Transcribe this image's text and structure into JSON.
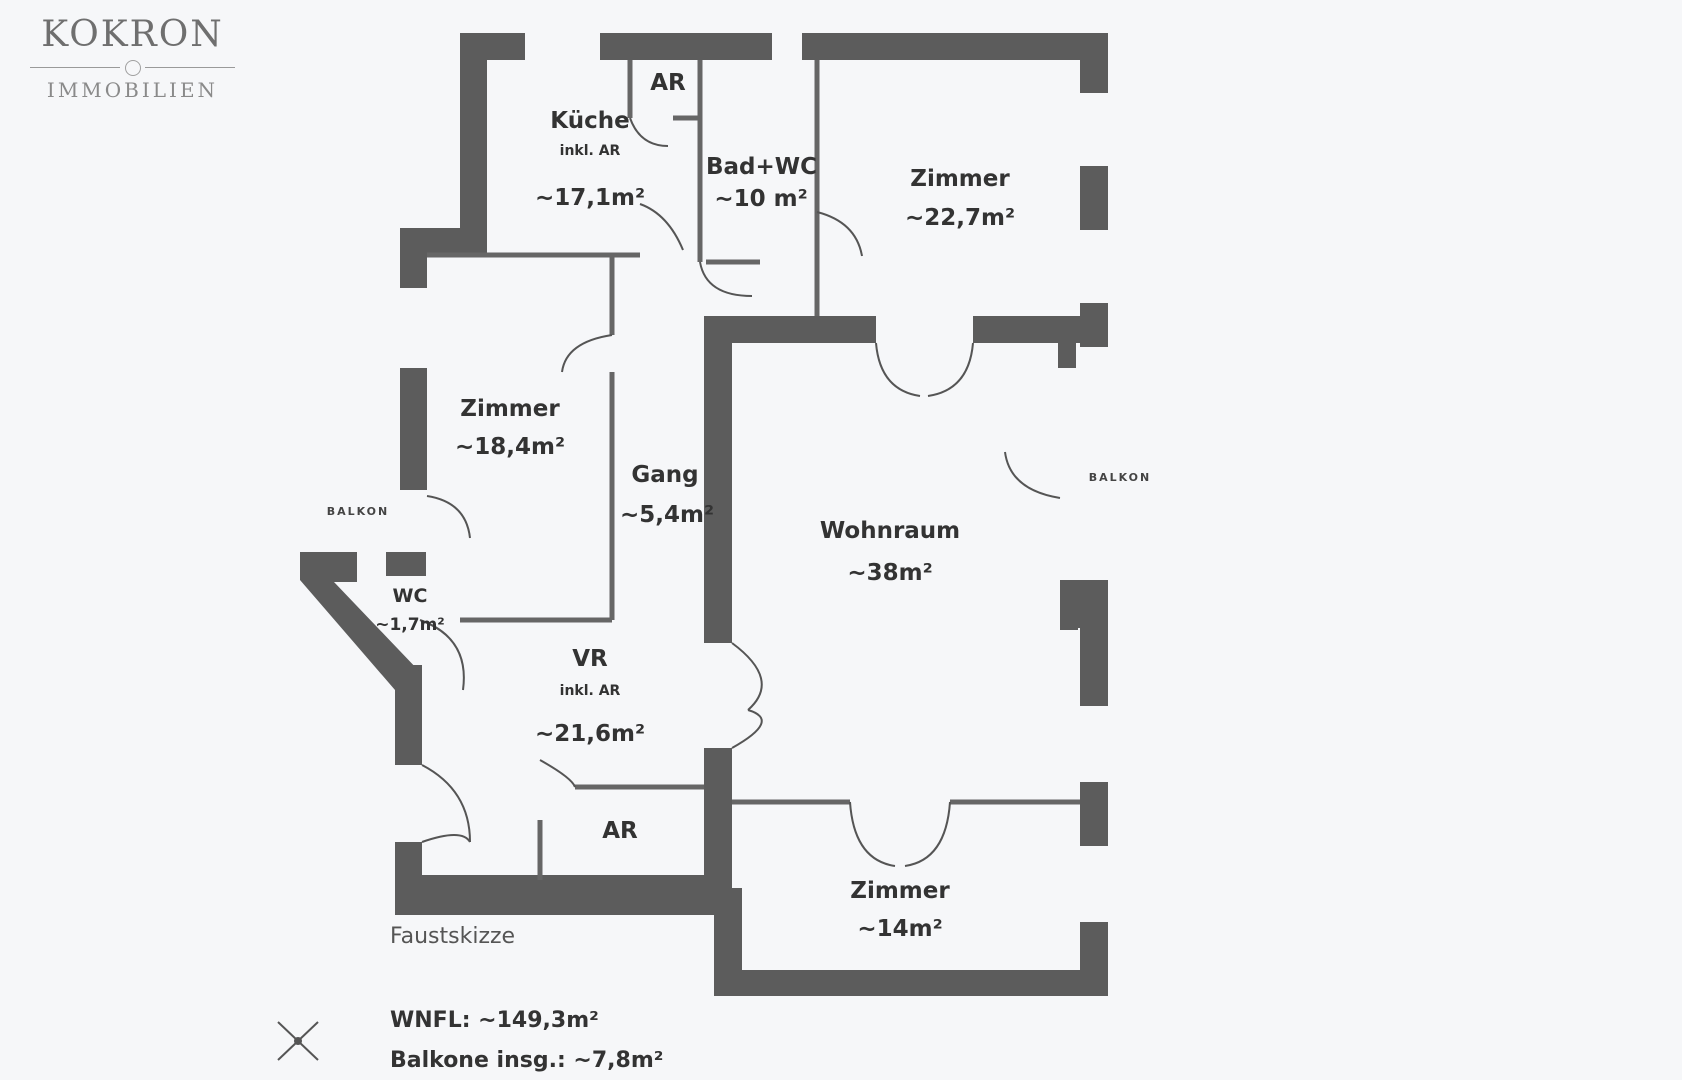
{
  "logo": {
    "name": "KOKRON",
    "tagline": "IMMOBILIEN"
  },
  "rooms": {
    "kueche": {
      "name": "Küche",
      "note": "inkl. AR",
      "area": "~17,1m²"
    },
    "ar_top": {
      "name": "AR"
    },
    "bad": {
      "name": "Bad+WC",
      "area": "~10 m²"
    },
    "zimmer_ne": {
      "name": "Zimmer",
      "area": "~22,7m²"
    },
    "zimmer_w": {
      "name": "Zimmer",
      "area": "~18,4m²"
    },
    "gang": {
      "name": "Gang",
      "area": "~5,4m²"
    },
    "wohnraum": {
      "name": "Wohnraum",
      "area": "~38m²"
    },
    "wc": {
      "name": "WC",
      "area": "~1,7m²"
    },
    "vr": {
      "name": "VR",
      "note": "inkl. AR",
      "area": "~21,6m²"
    },
    "ar_bottom": {
      "name": "AR"
    },
    "zimmer_s": {
      "name": "Zimmer",
      "area": "~14m²"
    }
  },
  "balcony_left": "BALKON",
  "balcony_right": "BALKON",
  "sketch_note": "Faustskizze",
  "totals": {
    "wnfl": "WNFL: ~149,3m²",
    "balkone": "Balkone insg.: ~7,8m²"
  },
  "colors": {
    "wall": "#5c5c5c",
    "thin": "#666666",
    "text": "#333333"
  }
}
